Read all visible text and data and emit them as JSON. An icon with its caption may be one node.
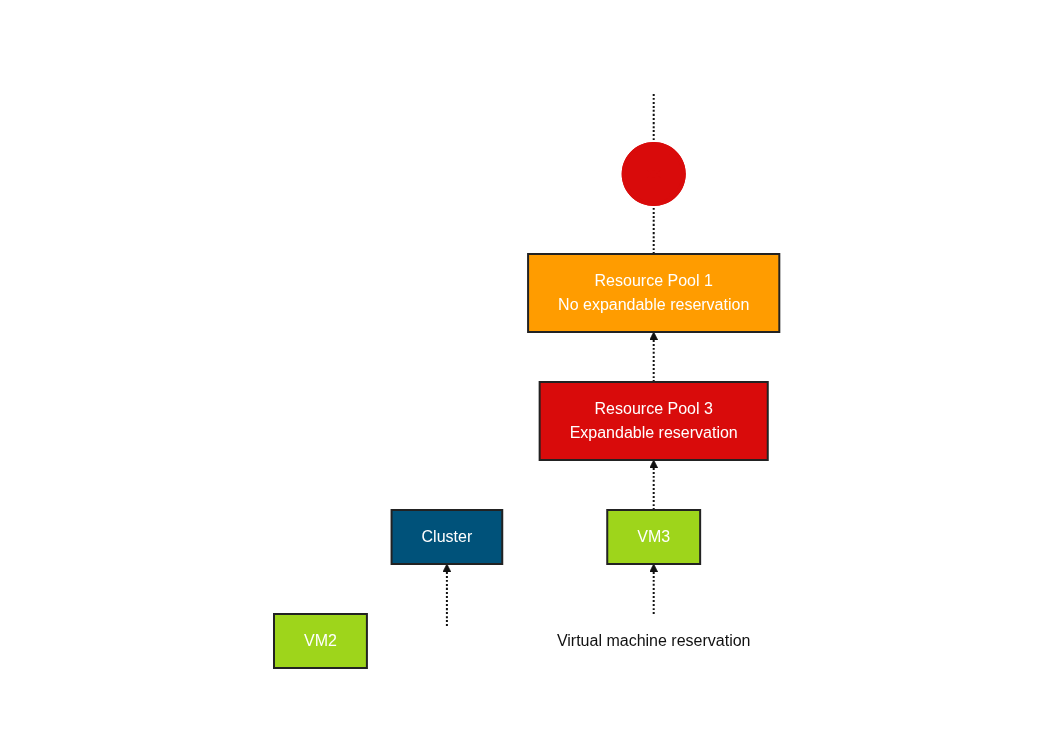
{
  "diagram": {
    "nodes": [
      {
        "text": [
          "Cluster"
        ]
      },
      {
        "text": [
          "Resource Pool 1",
          "No expandable reservation"
        ]
      },
      {
        "text": [],
        "shape": "cross"
      },
      {
        "text": [
          "Resource Pool 3",
          "Expandable reservation"
        ]
      },
      {
        "text": [
          "VM2"
        ]
      },
      {
        "text": [
          "VM3"
        ]
      },
      {
        "text": [
          "Virtual machine reservation"
        ]
      }
    ],
    "edges": [
      {
        "from": 6,
        "to": 5,
        "arrow": "to",
        "style": "dashed"
      },
      {
        "from": 5,
        "to": 3,
        "arrow": "to",
        "style": "dashed"
      },
      {
        "from": 3,
        "to": 1,
        "arrow": "to",
        "style": "dashed"
      },
      {
        "from": 1,
        "to": 2,
        "arrow": "none",
        "style": "dashed"
      },
      {
        "from": 2,
        "to": null,
        "arrow": "none",
        "style": "dashed"
      },
      {
        "from": null,
        "to": 0,
        "arrow": "to",
        "style": "dashed"
      }
    ]
  }
}
